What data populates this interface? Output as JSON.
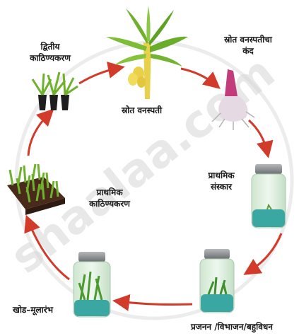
{
  "stages": {
    "source_plant": "स्रोत वनस्पती",
    "source_corm_line1": "स्रोत वनस्पतीचा",
    "source_corm_line2": "कंद",
    "primary_culture_line1": "प्राथमिक",
    "primary_culture_line2": "संस्कार",
    "multiplication": "प्रजनन /विभाजन/बहुविधन",
    "rooting": "खोड–मूलारंभ",
    "primary_hardening_line1": "प्राथमिक",
    "primary_hardening_line2": "काठिण्यकरण",
    "secondary_hardening_line1": "द्वितीय",
    "secondary_hardening_line2": "काठिण्यकरण"
  },
  "watermark": "shaalaa.com",
  "colors": {
    "arrow": "#d23a2a",
    "leaf": "#6fb12c",
    "stem": "#e8d04a",
    "jar_liquid": "#3aa7a3",
    "jar_lid": "#8c8f92"
  }
}
